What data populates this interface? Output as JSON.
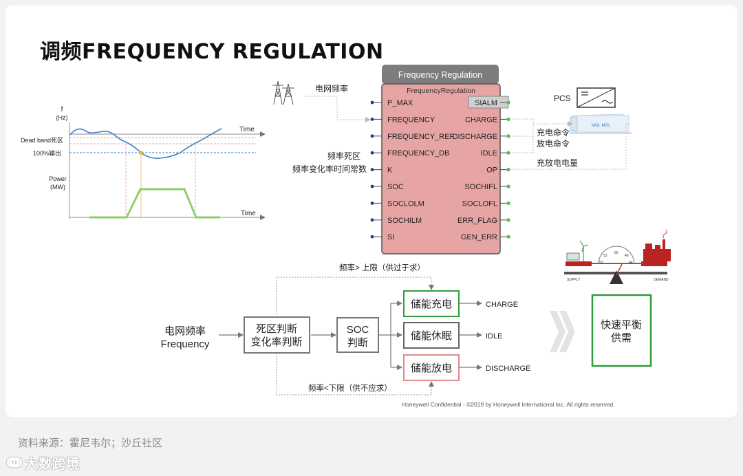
{
  "slide": {
    "title": "调频FREQUENCY REGULATION",
    "source": "资料来源：霍尼韦尔；沙丘社区",
    "watermark": "大数跨境",
    "footer": "Honeywell Confidential - ©2019 by Honeywell International Inc. All rights reserved."
  },
  "freq_chart": {
    "f_label": "f",
    "hz_label": "(Hz)",
    "time_label": "Time",
    "deadband_label": "Dead band死区",
    "output_label": "100%输出",
    "power_label": "Power",
    "mw_label": "(MW)"
  },
  "fb": {
    "header": "Frequency Regulation",
    "name": "FrequencyRegulation",
    "inputs": [
      "P_MAX",
      "FREQUENCY",
      "FREQUENCY_REF",
      "FREQUENCY_DB",
      "K",
      "SOC",
      "SOCLOLM",
      "SOCHILM",
      "SI"
    ],
    "outputs": [
      "SIALM",
      "CHARGE",
      "DISCHARGE",
      "IDLE",
      "OP",
      "SOCHIFL",
      "SOCLOFL",
      "ERR_FLAG",
      "GEN_ERR"
    ]
  },
  "labels": {
    "grid_freq": "电网频率",
    "freq_deadband": "频率死区",
    "freq_time_const": "频率变化率时间常数",
    "pcs": "PCS",
    "charge_cmd": "充电命令",
    "discharge_cmd": "放电命令",
    "energy": "充放电电量"
  },
  "flow": {
    "input_line1": "电网频率",
    "input_line2": "Frequency",
    "judge_line1": "死区判断",
    "judge_line2": "变化率判断",
    "soc_line1": "SOC",
    "soc_line2": "判断",
    "charge": "储能充电",
    "idle": "储能休眠",
    "discharge": "储能放电",
    "charge_out": "CHARGE",
    "idle_out": "IDLE",
    "discharge_out": "DISCHARGE",
    "upper": "频率> 上限（供过于求）",
    "lower": "频率<下限（供不应求）",
    "balance_line1": "快速平衡",
    "balance_line2": "供需"
  },
  "scale": {
    "supply": "SUPPLY",
    "demand": "DEMAND",
    "ticks": [
      "52",
      "53",
      "50",
      "48",
      "44"
    ]
  },
  "icons": {
    "tower": "transmission-tower-icon",
    "pcs": "pcs-inverter-icon",
    "container": "battery-container-icon",
    "scale": "balance-scale-icon",
    "wind": "wind-turbine-icon",
    "factory": "factory-icon",
    "arrow": "double-chevron-right-icon"
  },
  "colors": {
    "fb_fill": "#e7a4a4",
    "fb_header": "#7d7d7d",
    "charge_border": "#2e9e3a",
    "discharge_border": "#e08a8a",
    "curve": "#3a7fc3",
    "power": "#8fcf6a",
    "balance_border": "#2e9e3a"
  }
}
